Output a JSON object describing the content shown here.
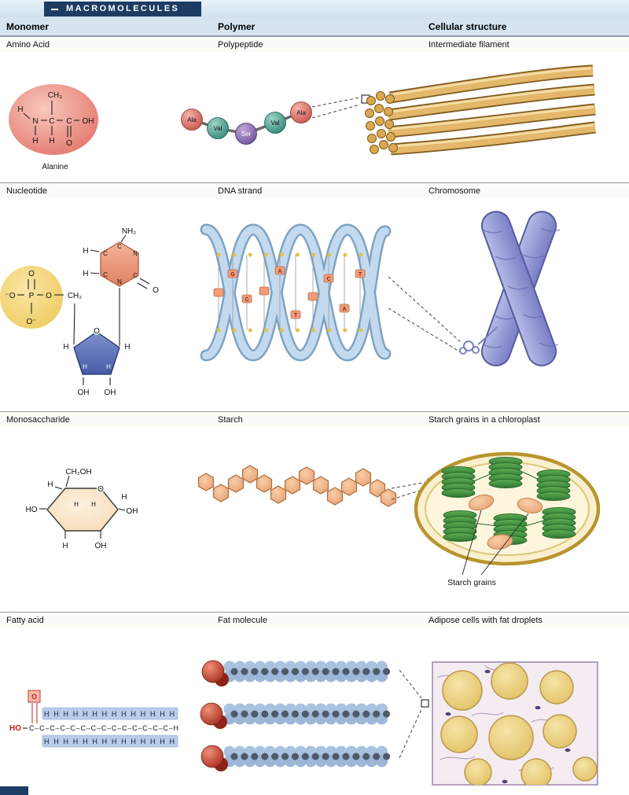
{
  "header": {
    "title": "MACROMOLECULES",
    "columns": [
      "Monomer",
      "Polymer",
      "Cellular structure"
    ]
  },
  "rows": [
    {
      "labels": [
        "Amino Acid",
        "Polypeptide",
        "Intermediate filament"
      ],
      "alanine": {
        "ch3": "CH₃",
        "h1": "H",
        "n": "N",
        "h2": "H",
        "c1": "C",
        "h3": "H",
        "c2": "C",
        "oh": "OH",
        "o": "O",
        "caption": "Alanine"
      },
      "beads": [
        "Ala",
        "Val",
        "Ser",
        "Val",
        "Ala"
      ]
    },
    {
      "labels": [
        "Nucleotide",
        "DNA strand",
        "Chromosome"
      ],
      "nucleotide": {
        "nh2": "NH₂",
        "h_b1": "H",
        "h_b2": "H",
        "c_l1": "C",
        "c_l2": "C",
        "c_t": "C",
        "n_r": "N",
        "c_r": "C",
        "o_r": "O",
        "n_b": "N",
        "o_top": "O",
        "o_left": "⁻O",
        "p": "P",
        "o_mid": "O",
        "o_bottom": "O⁻",
        "ch2": "CH₂",
        "o_ring": "O",
        "h_s1": "H",
        "h_s2": "H",
        "h_s3": "H",
        "h_s4": "H",
        "oh1": "OH",
        "oh2": "OH"
      },
      "dna_letters": [
        "G",
        "C",
        "A",
        "T",
        "C",
        "A",
        "T"
      ]
    },
    {
      "labels": [
        "Monosaccharide",
        "Starch",
        "Starch grains in a chloroplast"
      ],
      "glucose": {
        "ch2oh": "CH₂OH",
        "o": "O",
        "ho": "HO",
        "h_tl": "H",
        "h_r": "H",
        "oh_r": "OH",
        "h_in1": "H",
        "h_in2": "H",
        "h_b": "H",
        "oh_b": "OH"
      },
      "chloroplast_caption": "Starch grains"
    },
    {
      "labels": [
        "Fatty acid",
        "Fat molecule",
        "Adipose cells with fat droplets"
      ],
      "fatty_acid": {
        "ho": "HO",
        "o": "O",
        "h_top": "H H H H H H H H H H H H H H",
        "c_chain": "C–C–C–C–C–C–C–C–C–C–C–C–C–C–H",
        "h_bottom": "H H H H H H H H H H H H H H"
      }
    }
  ]
}
